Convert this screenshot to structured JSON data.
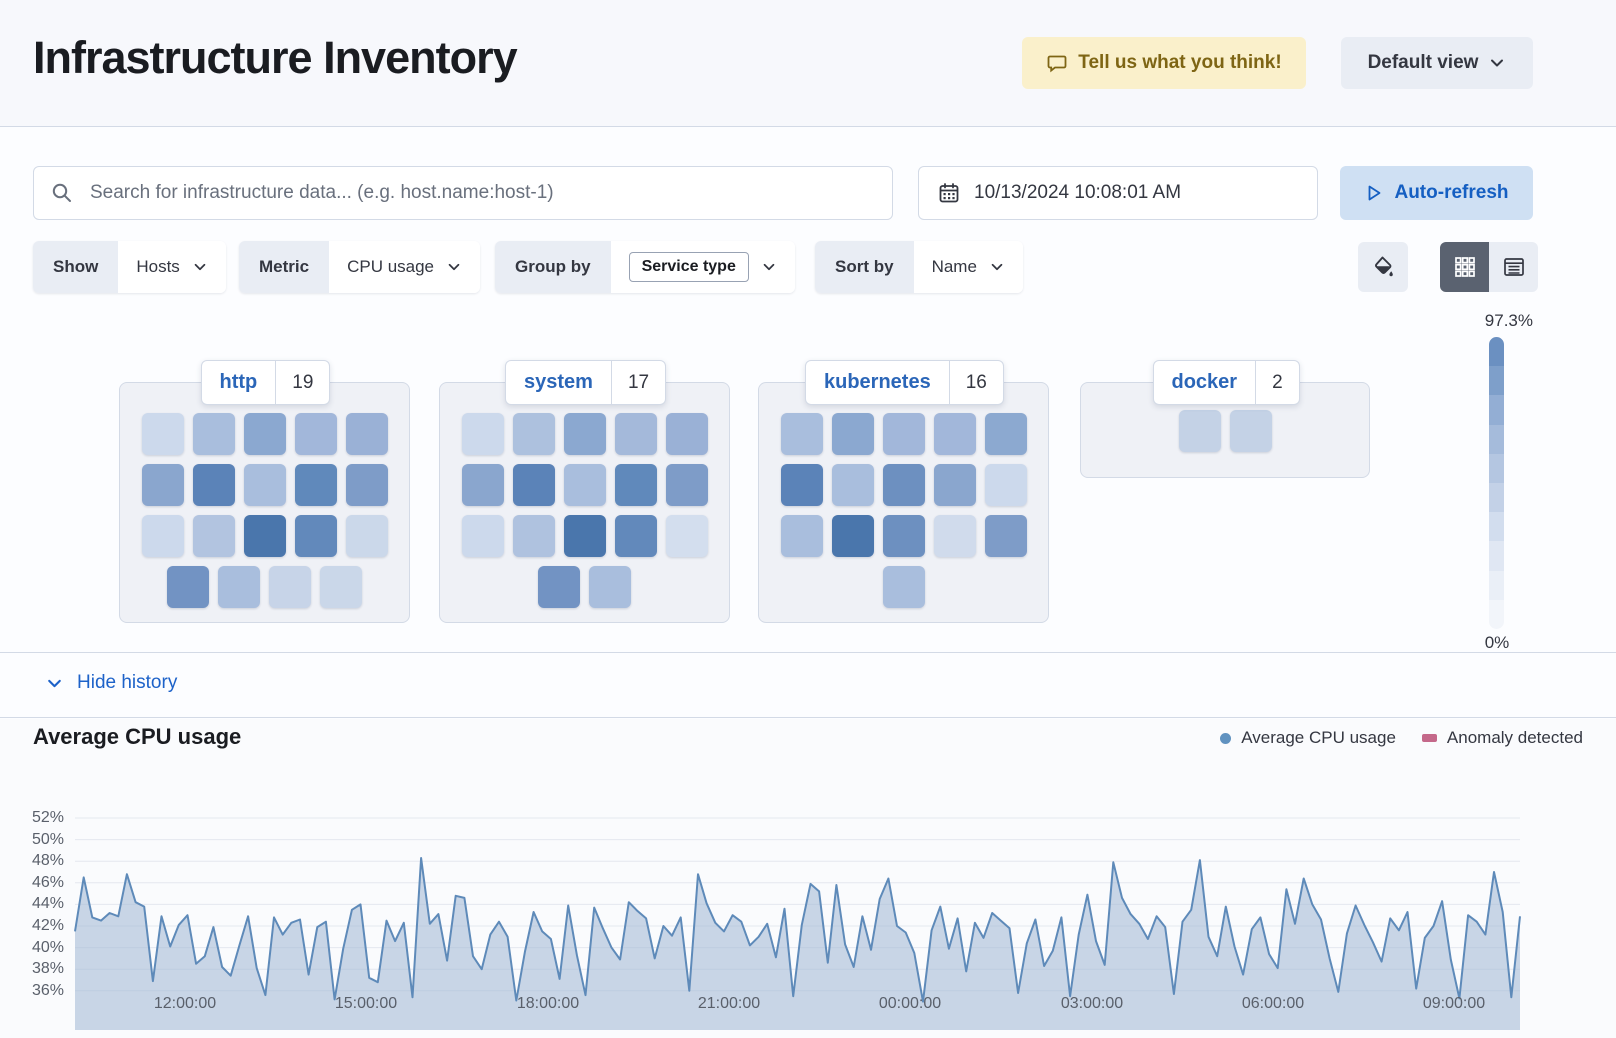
{
  "header": {
    "title": "Infrastructure Inventory",
    "feedback_button": "Tell us what you think!",
    "view_selector": "Default view"
  },
  "toolbar": {
    "search_placeholder": "Search for infrastructure data... (e.g. host.name:host-1)",
    "datetime": "10/13/2024 10:08:01 AM",
    "auto_refresh": "Auto-refresh"
  },
  "filters": {
    "show": {
      "label": "Show",
      "value": "Hosts"
    },
    "metric": {
      "label": "Metric",
      "value": "CPU usage"
    },
    "group_by": {
      "label": "Group by",
      "value": "Service type"
    },
    "sort_by": {
      "label": "Sort by",
      "value": "Name"
    }
  },
  "icons": [
    "speech-bubble",
    "chevron-down",
    "magnifier",
    "calendar",
    "play",
    "paint-fill",
    "grid-view",
    "table-view"
  ],
  "waffle": {
    "legend": {
      "max": "97.3%",
      "min": "0%",
      "steps": [
        "#6b90c1",
        "#7e9fca",
        "#93aed4",
        "#a5bbdb",
        "#b4c6e1",
        "#c3d1e7",
        "#d2ddee",
        "#e0e7f3",
        "#eaeff7",
        "#f2f5fa"
      ]
    },
    "groups": [
      {
        "name": "http",
        "count": "19",
        "rows": [
          [
            "#ccd9ec",
            "#a9bedd",
            "#8ba8d0",
            "#a2b7da",
            "#9ab1d6"
          ],
          [
            "#8aa6ce",
            "#5b83b8",
            "#a9bedd",
            "#6089bb",
            "#7e9cc8"
          ],
          [
            "#ccd9ec",
            "#b2c4e0",
            "#4a76ac",
            "#6289bb",
            "#cbd8ea"
          ],
          [
            "#7293c3",
            "#a9bedd",
            "#c7d4e8",
            "#cad7e9"
          ]
        ]
      },
      {
        "name": "system",
        "count": "17",
        "rows": [
          [
            "#ccd9ec",
            "#adc1de",
            "#8ba8d0",
            "#a4b9da",
            "#9ab1d6"
          ],
          [
            "#8aa6ce",
            "#5b83b8",
            "#a9bedd",
            "#6089bb",
            "#7e9cc8"
          ],
          [
            "#ccd9ec",
            "#afc2df",
            "#4a76ac",
            "#6289bb",
            "#d3deee"
          ],
          [
            "#7293c3",
            "#a9bedd"
          ]
        ]
      },
      {
        "name": "kubernetes",
        "count": "16",
        "rows": [
          [
            "#a9bedd",
            "#8ba8d0",
            "#a2b7da",
            "#a2b7da",
            "#8ca9d0"
          ],
          [
            "#5b83b8",
            "#a9bedd",
            "#6d90c0",
            "#8aa6ce",
            "#ccd9ec"
          ],
          [
            "#a9bedd",
            "#4a76ac",
            "#6d90c0",
            "#d0dbec",
            "#7e9cc8"
          ],
          [
            "#a9bedd"
          ]
        ]
      },
      {
        "name": "docker",
        "count": "2",
        "rows": [
          [
            "#c4d2e6",
            "#c4d2e6"
          ]
        ]
      }
    ]
  },
  "history": {
    "toggle": "Hide history"
  },
  "chart_data": {
    "type": "area",
    "title": "Average CPU usage",
    "legend_position": "top-right",
    "grid": true,
    "legend": [
      {
        "label": "Average CPU usage",
        "color": "#6092c0",
        "marker": "dot"
      },
      {
        "label": "Anomaly detected",
        "color": "#c4688a",
        "marker": "rect"
      }
    ],
    "x_ticks": [
      "12:00:00",
      "15:00:00",
      "18:00:00",
      "21:00:00",
      "00:00:00",
      "03:00:00",
      "06:00:00",
      "09:00:00"
    ],
    "y_ticks": [
      {
        "label": "52%",
        "value": 52
      },
      {
        "label": "50%",
        "value": 50
      },
      {
        "label": "48%",
        "value": 48
      },
      {
        "label": "46%",
        "value": 46
      },
      {
        "label": "44%",
        "value": 44
      },
      {
        "label": "42%",
        "value": 42
      },
      {
        "label": "40%",
        "value": 40
      },
      {
        "label": "38%",
        "value": 38
      },
      {
        "label": "36%",
        "value": 36
      }
    ],
    "ylim": [
      32.4,
      52.8
    ],
    "series": [
      {
        "name": "Average CPU usage",
        "color": "#5e8ab9",
        "fill": "#9fb7d4",
        "values": [
          41.5,
          46.5,
          42.8,
          42.5,
          43.2,
          42.9,
          46.8,
          44.2,
          43.8,
          36.9,
          42.9,
          40.1,
          42.1,
          43.0,
          38.5,
          39.2,
          41.9,
          38.2,
          37.4,
          40.2,
          42.9,
          38.1,
          35.6,
          42.8,
          41.2,
          42.3,
          42.6,
          37.5,
          41.9,
          42.4,
          35.2,
          39.9,
          43.5,
          44.0,
          37.2,
          36.8,
          42.5,
          40.6,
          42.3,
          35.4,
          48.3,
          42.2,
          43.1,
          38.8,
          44.8,
          44.6,
          39.2,
          38.0,
          41.2,
          42.4,
          41.0,
          35.1,
          39.6,
          43.3,
          41.5,
          40.8,
          37.1,
          43.9,
          39.3,
          35.6,
          43.7,
          41.8,
          40.0,
          38.9,
          44.2,
          43.4,
          42.7,
          39.0,
          42.0,
          41.1,
          42.8,
          36.0,
          46.8,
          44.1,
          42.3,
          41.5,
          43.0,
          42.4,
          40.2,
          41.0,
          42.2,
          39.1,
          43.6,
          35.5,
          42.1,
          45.9,
          45.2,
          38.6,
          45.8,
          40.3,
          38.2,
          42.9,
          39.8,
          44.5,
          46.4,
          42.0,
          41.4,
          39.5,
          35.0,
          41.6,
          43.8,
          39.9,
          42.7,
          37.8,
          42.3,
          40.9,
          43.2,
          42.5,
          41.8,
          35.8,
          40.4,
          42.6,
          38.3,
          39.7,
          42.8,
          35.5,
          41.2,
          44.9,
          40.6,
          38.4,
          47.9,
          44.6,
          43.1,
          42.2,
          40.8,
          42.9,
          41.9,
          35.7,
          42.4,
          43.5,
          48.1,
          41.0,
          39.2,
          43.8,
          40.1,
          37.5,
          41.7,
          42.8,
          39.4,
          38.1,
          45.4,
          42.2,
          46.4,
          44.0,
          42.6,
          39.0,
          35.9,
          41.3,
          43.9,
          42.1,
          40.5,
          38.7,
          42.7,
          41.6,
          43.3,
          36.2,
          40.9,
          42.0,
          44.3,
          38.9,
          35.3,
          43.0,
          42.4,
          41.2,
          47.0,
          43.3,
          35.4,
          42.9
        ]
      }
    ]
  }
}
